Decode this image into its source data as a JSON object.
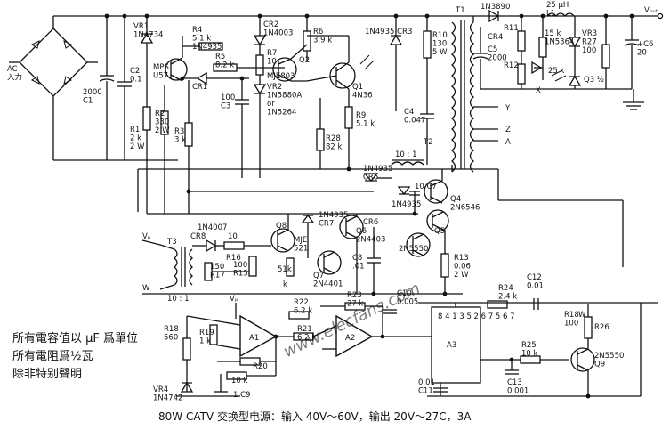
{
  "caption": "80W   CATV 交换型电源：输入 40V～60V，输出 20V～27C，3A",
  "notes": [
    "所有電容值以 μF 爲單位",
    "所有電阻爲½瓦",
    "除非特别聲明"
  ],
  "watermark": "www.elecfans.com",
  "terminals": {
    "ac_in": "AC\n入力",
    "vout": "Vₒᵤₜ",
    "vd_left": "Vₚ",
    "vd_amp": "Vₚ",
    "w_left": "W",
    "w_right": "W",
    "y": "Y",
    "z": "Z",
    "a": "A",
    "x": "X"
  },
  "labels": [
    {
      "id": "c1",
      "text": "2000\nC1"
    },
    {
      "id": "c2",
      "text": "C2\n0.1"
    },
    {
      "id": "vr1",
      "text": "VR1\n1N4734"
    },
    {
      "id": "q_mps",
      "text": "MPS\nU57"
    },
    {
      "id": "r4",
      "text": "R4\n5.1 k\n1N4935"
    },
    {
      "id": "r5",
      "text": "R5\n8.2 k"
    },
    {
      "id": "cr1",
      "text": "CR1"
    },
    {
      "id": "cr2",
      "text": "CR2\n1N4003"
    },
    {
      "id": "r7",
      "text": "R7\n10"
    },
    {
      "id": "vr2",
      "text": "VR2\n1N5880A\nor\n1N5264"
    },
    {
      "id": "mje803",
      "text": "MJE803"
    },
    {
      "id": "q2",
      "text": "Q2"
    },
    {
      "id": "r6",
      "text": "R6\n3.9 k"
    },
    {
      "id": "q1",
      "text": "Q1\n4N36"
    },
    {
      "id": "r9",
      "text": "R9\n5.1 k"
    },
    {
      "id": "r28",
      "text": "R28\n82 k"
    },
    {
      "id": "r1",
      "text": "R1\n2 k\n2 W"
    },
    {
      "id": "r2",
      "text": "R2\n330\n2 W"
    },
    {
      "id": "r3",
      "text": "R3\n3 k"
    },
    {
      "id": "c3",
      "text": "100\nC3"
    },
    {
      "id": "cr3",
      "text": "1N4935  CR3"
    },
    {
      "id": "r10",
      "text": "R10\n130\n5 W"
    },
    {
      "id": "c4",
      "text": "C4\n0.047"
    },
    {
      "id": "t1",
      "text": "T1"
    },
    {
      "id": "t2",
      "text": "T2"
    },
    {
      "id": "ratio",
      "text": "10 : 1"
    },
    {
      "id": "cr4_head",
      "text": "1N3890"
    },
    {
      "id": "cr4",
      "text": "CR4"
    },
    {
      "id": "c5",
      "text": "C5\n2000"
    },
    {
      "id": "r11",
      "text": "R11"
    },
    {
      "id": "r12",
      "text": "R12"
    },
    {
      "id": "l1",
      "text": "25 μH\nL1"
    },
    {
      "id": "d5364",
      "text": "15 k\n1N5364"
    },
    {
      "id": "r25k",
      "text": "25 k"
    },
    {
      "id": "vr3",
      "text": "VR3\nR27\n100"
    },
    {
      "id": "q3",
      "text": "Q3 ½"
    },
    {
      "id": "c6",
      "text": "+C6\n20"
    },
    {
      "id": "cr5",
      "text": "1N4935\nCR5"
    },
    {
      "id": "c7",
      "text": "10 C7"
    },
    {
      "id": "q4",
      "text": "Q4\n2N6546"
    },
    {
      "id": "cr8",
      "text": "CR8"
    },
    {
      "id": "t3",
      "text": "T3"
    },
    {
      "id": "d4007",
      "text": "1N4007"
    },
    {
      "id": "r10b",
      "text": "10"
    },
    {
      "id": "q8",
      "text": "Q8"
    },
    {
      "id": "mje",
      "text": "MJE\n521"
    },
    {
      "id": "cr7",
      "text": "1N4935\nCR7"
    },
    {
      "id": "q6",
      "text": "Q6\n2N4403"
    },
    {
      "id": "cr6",
      "text": "CR6"
    },
    {
      "id": "cr6b",
      "text": "1N4935"
    },
    {
      "id": "q5",
      "text": "Q5"
    },
    {
      "id": "d5550",
      "text": "2N5550"
    },
    {
      "id": "r13",
      "text": "R13\n0.06\n2 W"
    },
    {
      "id": "r16",
      "text": "R16"
    },
    {
      "id": "r150",
      "text": "150\nR17"
    },
    {
      "id": "r100",
      "text": "100\nR15"
    },
    {
      "id": "r51k",
      "text": "51k"
    },
    {
      "id": "k1",
      "text": "k"
    },
    {
      "id": "q7",
      "text": "Q7\n2N4401"
    },
    {
      "id": "c8",
      "text": "C8\n.01"
    },
    {
      "id": "tratio",
      "text": "10 : 1"
    },
    {
      "id": "r18",
      "text": "R18\n560"
    },
    {
      "id": "r19",
      "text": "R19\n1 k"
    },
    {
      "id": "a1",
      "text": "A1"
    },
    {
      "id": "r20",
      "text": "R20"
    },
    {
      "id": "r10k",
      "text": "10 k"
    },
    {
      "id": "c9",
      "text": "1 C9"
    },
    {
      "id": "vr4",
      "text": "VR4\n1N4742"
    },
    {
      "id": "r22",
      "text": "R22\n6.2 k"
    },
    {
      "id": "r21",
      "text": "R21\n6.2 k"
    },
    {
      "id": "r23",
      "text": "R23\n27 k"
    },
    {
      "id": "c10",
      "text": "C10\n0.005"
    },
    {
      "id": "a2",
      "text": "A2"
    },
    {
      "id": "a3",
      "text": "A3"
    },
    {
      "id": "c11",
      "text": "0.01\nC11"
    },
    {
      "id": "r24",
      "text": "R24\n2.4 k"
    },
    {
      "id": "c12",
      "text": "C12\n0.01"
    },
    {
      "id": "r25",
      "text": "R25\n10 k"
    },
    {
      "id": "c13",
      "text": "C13\n0.001"
    },
    {
      "id": "r18b",
      "text": "R18\n100"
    },
    {
      "id": "r26",
      "text": "R26"
    },
    {
      "id": "q9",
      "text": "2N5550\nQ9"
    },
    {
      "id": "pins",
      "text": "8  4  1  3  5  2  6  7  5  6  7"
    }
  ]
}
